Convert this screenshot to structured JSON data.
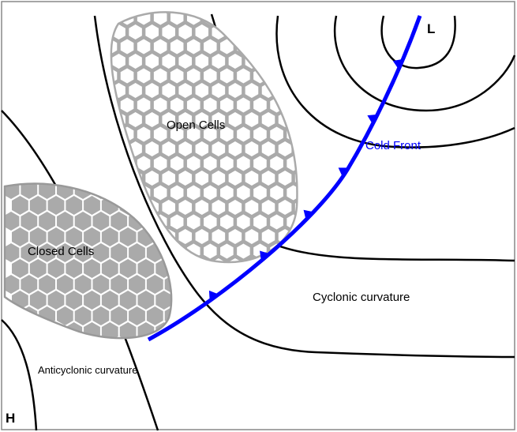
{
  "labels": {
    "low": "L",
    "high": "H",
    "open_cells": "Open Cells",
    "closed_cells": "Closed Cells",
    "cold_front": "Cold Front",
    "cyclonic": "Cyclonic curvature",
    "anticyclonic": "Anticyclonic curvature"
  },
  "colors": {
    "front": "#0000ff",
    "isobar": "#000000",
    "cell_outline": "#aaaaaa",
    "closed_cell_fill": "#aaaaaa",
    "frame": "#888888"
  }
}
